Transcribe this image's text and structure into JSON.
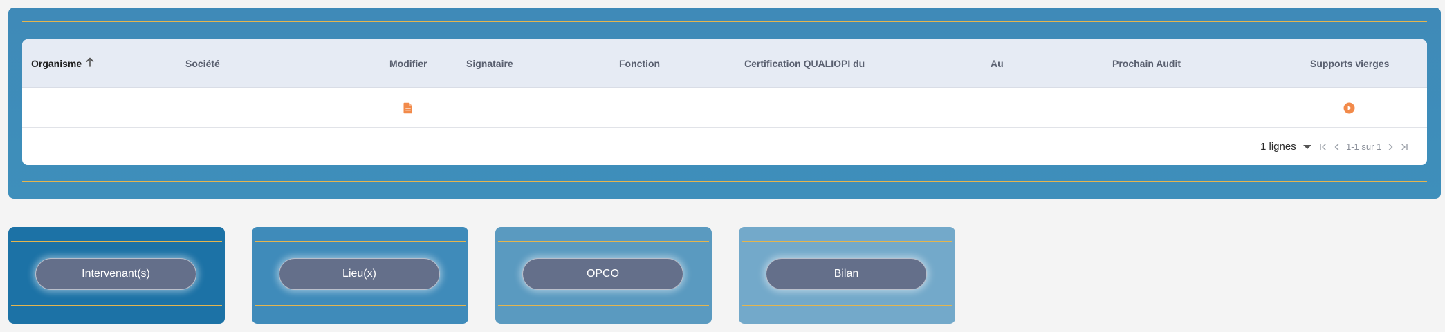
{
  "table": {
    "columns": [
      {
        "label": "Organisme",
        "sorted": "asc"
      },
      {
        "label": "Société"
      },
      {
        "label": "Modifier"
      },
      {
        "label": "Signataire"
      },
      {
        "label": "Fonction"
      },
      {
        "label": "Certification QUALIOPI du"
      },
      {
        "label": "Au"
      },
      {
        "label": "Prochain Audit"
      },
      {
        "label": "Supports vierges"
      }
    ],
    "rows": [
      {
        "organisme": "",
        "societe": "",
        "modifier_icon": "document-edit-icon",
        "signataire": "",
        "fonction": "",
        "certification_du": "",
        "au": "",
        "prochain_audit": "",
        "supports_icon": "play-circle-icon"
      }
    ],
    "footer": {
      "rows_per_page": "1 lignes",
      "range": "1-1 sur 1"
    }
  },
  "nav_buttons": [
    {
      "label": "Intervenant(s)",
      "bg": "#1c72a6"
    },
    {
      "label": "Lieu(x)",
      "bg": "#3f8bba"
    },
    {
      "label": "OPCO",
      "bg": "#5a9ac0"
    },
    {
      "label": "Bilan",
      "bg": "#73a9ca"
    }
  ],
  "colors": {
    "panel": "#3f8ab8",
    "gold": "#e3b54f",
    "accent_orange": "#f28a4a",
    "button": "#646f8a"
  }
}
